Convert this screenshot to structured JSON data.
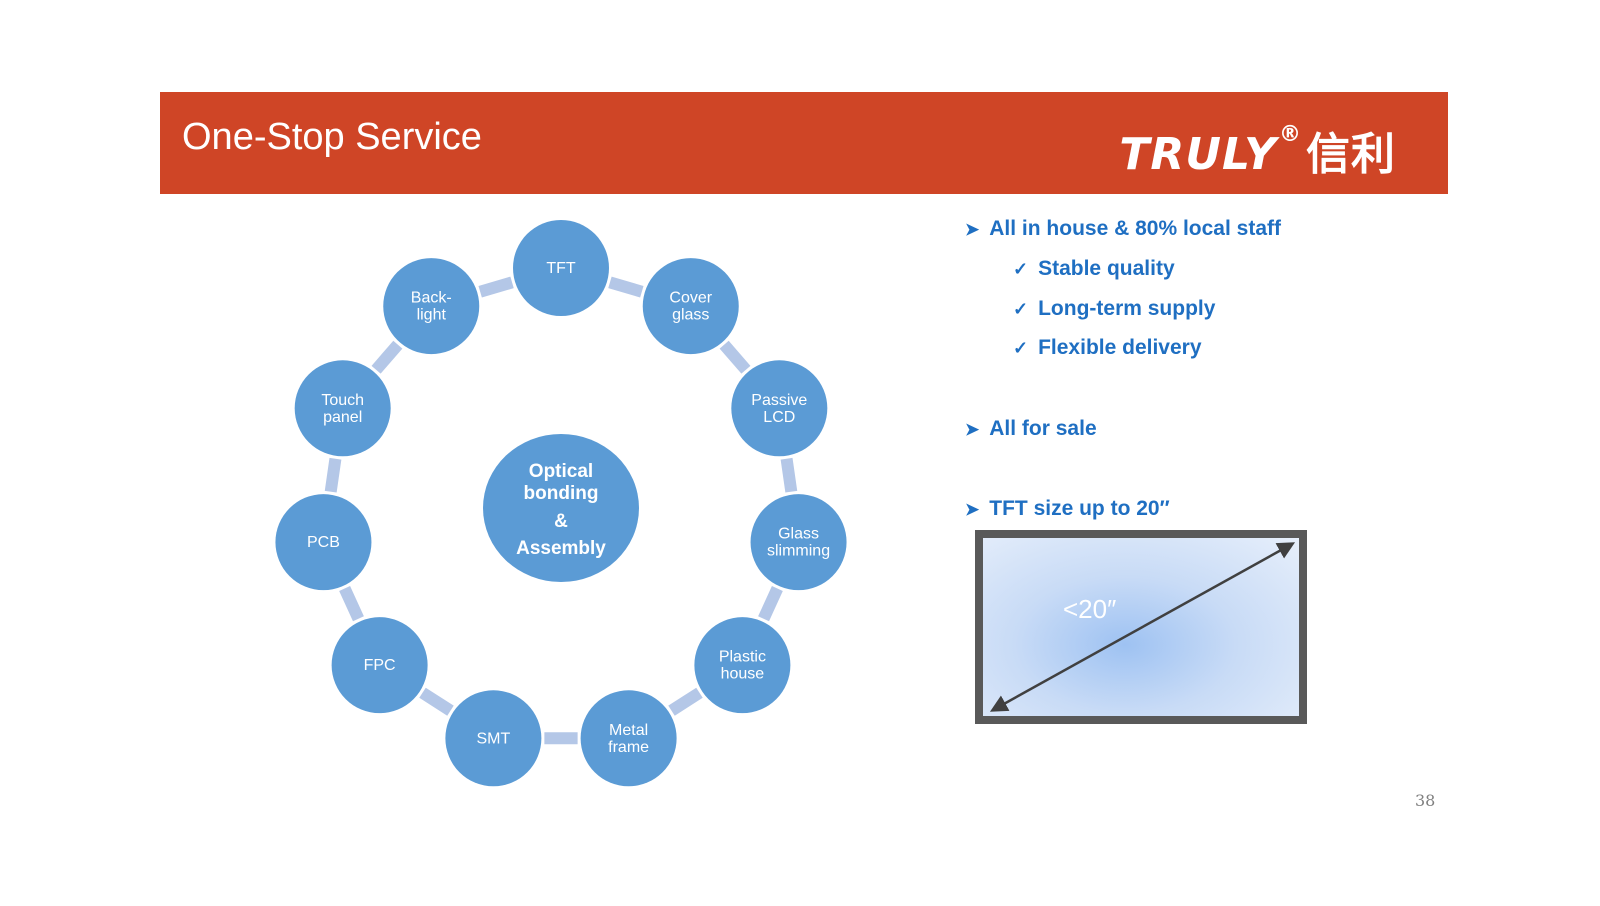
{
  "header": {
    "title": "One-Stop Service",
    "logo_text": "TRULY",
    "logo_registered": "®",
    "logo_chinese": "信利",
    "bg_color": "#cf4526"
  },
  "diagram": {
    "center": [
      "Optical",
      "bonding",
      "&",
      "Assembly"
    ],
    "nodes": [
      {
        "lines": [
          "TFT"
        ]
      },
      {
        "lines": [
          "Cover",
          "glass"
        ]
      },
      {
        "lines": [
          "Passive",
          "LCD"
        ]
      },
      {
        "lines": [
          "Glass",
          "slimming"
        ]
      },
      {
        "lines": [
          "Plastic",
          "house"
        ]
      },
      {
        "lines": [
          "Metal",
          "frame"
        ]
      },
      {
        "lines": [
          "SMT"
        ]
      },
      {
        "lines": [
          "FPC"
        ]
      },
      {
        "lines": [
          "PCB"
        ]
      },
      {
        "lines": [
          "Touch",
          "panel"
        ]
      },
      {
        "lines": [
          "Back-",
          "light"
        ]
      }
    ],
    "node_color": "#5b9bd5",
    "connector_color": "#b4c7e7"
  },
  "bullets": {
    "b1": "All in house & 80% local staff",
    "c1": "Stable quality",
    "c2": "Long-term supply",
    "c3": "Flexible delivery",
    "b2": "All for sale",
    "b3": "TFT size up to 20″",
    "arrow_icon": "arrow-bullet-icon",
    "check_icon": "checkmark-icon",
    "text_color": "#1f6fc2"
  },
  "monitor": {
    "label": "<20″"
  },
  "page_number": "38"
}
